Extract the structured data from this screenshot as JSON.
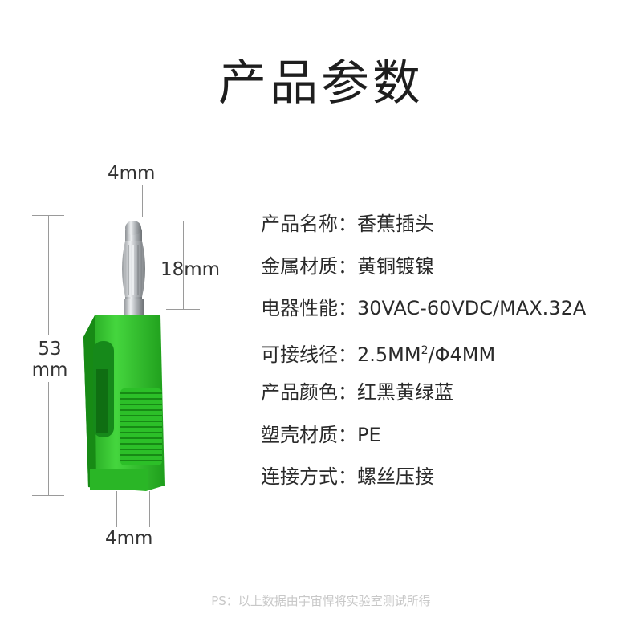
{
  "title": "产品参数",
  "dimensions": {
    "top_width": "4mm",
    "pin_length": "18mm",
    "total_length": "53\nmm",
    "bottom_width": "4mm"
  },
  "specs": [
    {
      "key": "产品名称：",
      "value": "香蕉插头"
    },
    {
      "key": "金属材质：",
      "value": "黄铜镀镍"
    },
    {
      "key": "电器性能：",
      "value": "30VAC-60VDC/MAX.32A"
    },
    {
      "key": "可接线径：",
      "value_before": "2.5MM",
      "value_sup": "2",
      "value_after": "/Φ4MM"
    },
    {
      "key": "产品颜色：",
      "value": "红黑黄绿蓝"
    },
    {
      "key": "塑壳材质：",
      "value": "PE"
    },
    {
      "key": "连接方式：",
      "value": "螺丝压接"
    }
  ],
  "footnote": "PS：以上数据由宇宙悍将实验室测试所得",
  "colors": {
    "plug_green": "#2fc52a",
    "plug_green_dark": "#1f9e1c",
    "metal": "#b9bcbf"
  }
}
